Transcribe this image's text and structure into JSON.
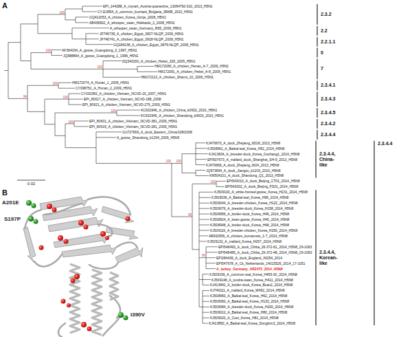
{
  "diagram": {
    "labels": [
      "A",
      "EPI_144288_A_mynah_Austria-quarantine_13064792-010_2013_H5N1",
      "CY110854_A_common_buzzard_Bulgaria_38WB_2010_H5N1",
      "GQ412053_A_chicken_Korea_Gimje_2008_H5N1",
      "AB436902_A_whooper_swan_Hokkaido_2_2008_H5N1",
      "A_whooper_swan_Germany_R65_2006_H5N1",
      "JF746739_A_chicken_Egypt_0827-NLQP_2009_H5N1",
      "JF746741_A_chicken_Egypt_0918-NLQP_2009_H5N1",
      "GQ184238_A_chicken_Egypt_0879-NLQP_2008_H5N1",
      "AF364334_A_goose_Guangdong_3_1997_H5N1",
      "JQ988864_A_goose_Guangdong_1_1996_H5N1",
      "DQ343150_A_chicken_Hebei_326_2005_H5N1",
      "HM172080_A_chicken_Henan_A-7_2009_H5N1",
      "HM172081_A_chicken_Hebei_A-8_2009_H5N1",
      "HM172113_A_chicken_Shanxi_10_2006_H5N1",
      "HM172074_A_Hunan_1_2009_H5N1",
      "CY098751_A_Hunan_2_2009_H5N1",
      "CY030383_A_chicken_Vietnam_NCVD-20_2007_H5N1",
      "EPI_80617_A_chicken_Vietnam_NCVD-188_2008",
      "EPI_80621_A_chicken_Vietnam_NCVD-279_2009_H5N1",
      "KC631946_A_chicken_China_k0602_2010_H5N1",
      "KC631945_A_chicken_Shandong_k0603_2010_H5N1",
      "EPI_80601_A_chicken_Vietnam_NCVD-381_2009_H5N1",
      "EPI_80619_A_chicken_Vietnam_NCVD-281_2009_H5N1",
      "GU727669_A_duck_Eastern_China/108/2008",
      "A_goose_Shandong_k1204_2009_H5N5",
      "KJ476670_A_duck_Zhejiang_6D18_2013_H5N8",
      "KJ508961_A_Baikal-teal_Korea_H52_2014_H5N8",
      "KJ413834_A_breeder-duck_Korea_Gochang1_2014_H5N8",
      "EPI507673_A_mallard_duck_Shanghai_SH-9_2013_H5N8",
      "KJ476669_A_duck_Zhejiang_W24_2013_H5N8",
      "JQ973694_A_duck_Jiangsu_k1203_2010_H5N8",
      "KM504101_A_duck_Shandong_Q1_2013_H5N8",
      "EPI543010_A_duck_Beijing_CT01_2014_H5N8",
      "EPI543002_A_duck_Beijing_FS01_2014_H5N8",
      "KJ509100_A_white-fronted-goose_Korea_H231_2014_H5N8",
      "KJ509036_A_Baikal-teal_Korea_H96_2014_H5N8",
      "KJ509044_A_breeder-chicken_Korea_H122_2014_H5N8",
      "KJ509076_A_breeder-duck_Korea_H158_2014_H5N8",
      "KJ508956_A_broiler-duck_Korea_H49_2014_H5N8",
      "KJ508924_A_bean-goose_Korea_H40_2014_H5N8",
      "KJ508948_A_broiler-duck_Korea_H48_2014_H5N8",
      "KJ509116_A_breeder-chicken_Korea_H250_2014_H5N8",
      "AB932556_A_chicken_kumamoto_1-7_2014_H5N8",
      "KJ509132_A_mallard_Korea_H297_2014_H5N8",
      "EPI548493_A_duck_Chiba_26-372-61_2014_H5N8_29-1063",
      "EPI548485_A_duck_Chiba_26-372-48_2014_H5N8_29-1063",
      "EPI284436_A_duck_England_36254_2014",
      "EPI547678_A_Ck_Netherlands_14015526_2014_17-1051",
      "A_turkey_Germany_AR2472_2014_H5N8",
      "KJ509156_A_common-teal_Korea_H455-30_2014_H5N8",
      "KJ509148_A_tundra-swan_Korea_H411_2014_H5N8",
      "KJ413842_A_broiler-duck_Korea_Buan2_2014_H5N8",
      "KJ746111_A_mallard_Korea_W452_2014_H5N8",
      "KJ508960_A_Baikal-teal_Korea_H62_2014_H5N8",
      "KJ509060_A_Baikal-teal_Korea_H133_2014_H5N8",
      "KJ509084_A_breeder-duck_Korea_H200_2014_H5N8",
      "KJ509012_A_Baikal-teal_Korea_H80_2014_H5N8",
      "KJ509020_A_Coot_Korea_H81_2014_H5N8",
      "KJ413850_A_Baikal-teal_Korea_Dongbim3_2014_H5N8",
      "2.3.2",
      "2.2",
      "2.2.1.1",
      "0",
      "7",
      "2.3.4.1",
      "2.3.4.3",
      "2.3.4.5",
      "2.3.4.2",
      "2.3.4.4",
      "2.3.4.4, China-like",
      "2.3.4.4, Korean-like",
      "2.3.4.4",
      "100",
      "100",
      "100",
      "94",
      "100",
      "100",
      "100",
      "100",
      "100",
      "100",
      "100",
      "90",
      "95",
      "0.02",
      "B",
      "A201E",
      "S197P",
      "I390V"
    ]
  }
}
